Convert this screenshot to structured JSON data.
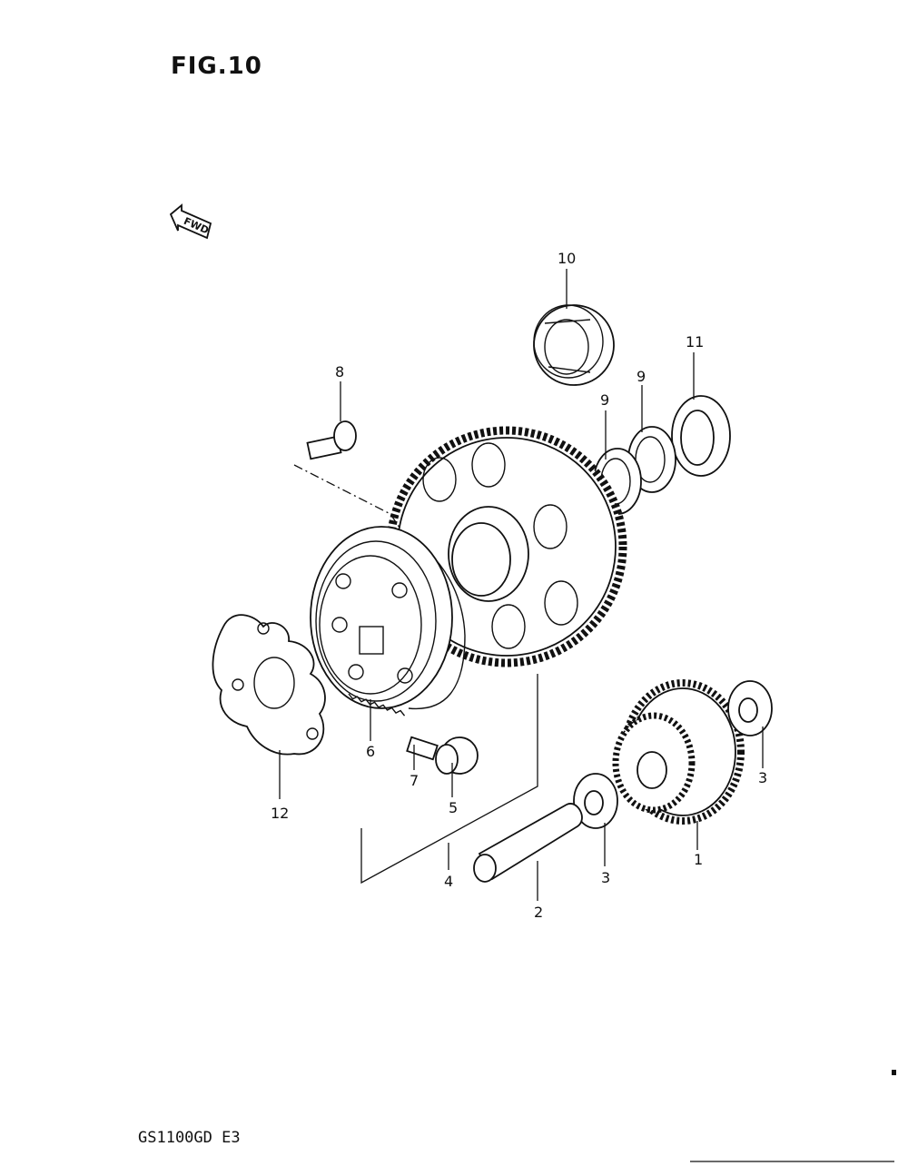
{
  "title": "FIG.10",
  "model": "GS1100GD E3",
  "fwd_label": "FWD",
  "callouts": {
    "c1": "1",
    "c2": "2",
    "c3a": "3",
    "c3b": "3",
    "c4": "4",
    "c5": "5",
    "c6": "6",
    "c7": "7",
    "c8": "8",
    "c9a": "9",
    "c9b": "9",
    "c10": "10",
    "c11": "11",
    "c12": "12"
  }
}
